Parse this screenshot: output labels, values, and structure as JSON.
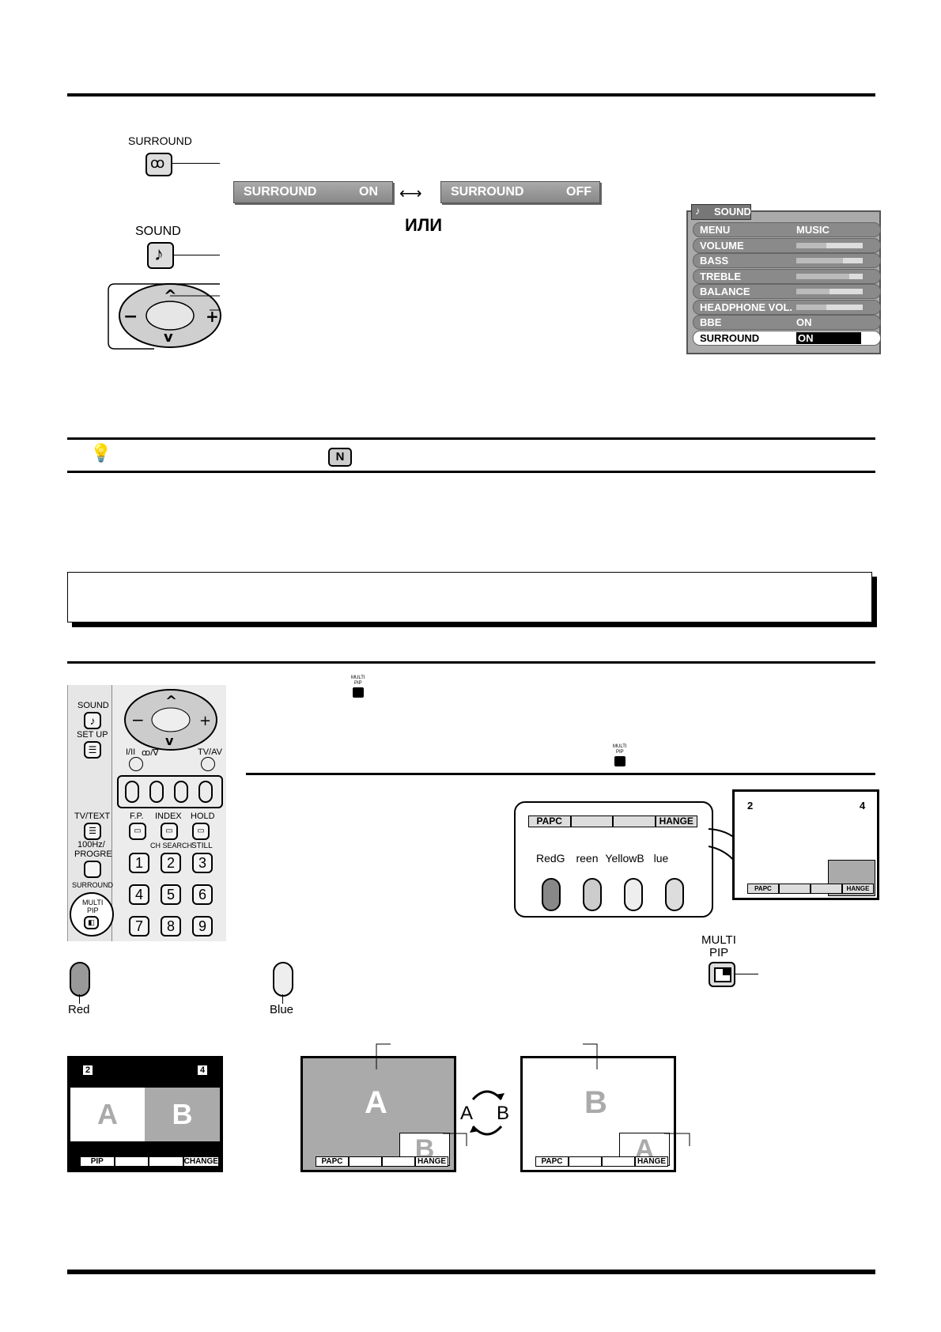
{
  "surround_section": {
    "surround_button_label": "SURROUND",
    "osd_on": {
      "name": "SURROUND",
      "value": "ON"
    },
    "osd_off": {
      "name": "SURROUND",
      "value": "OFF"
    },
    "or_text": "ИЛИ",
    "sound_button_label": "SOUND"
  },
  "sound_menu": {
    "title": "SOUND",
    "rows": [
      {
        "label": "MENU",
        "value": "MUSIC",
        "level": null
      },
      {
        "label": "VOLUME",
        "value": "",
        "level": 0.45
      },
      {
        "label": "BASS",
        "value": "",
        "level": 0.7
      },
      {
        "label": "TREBLE",
        "value": "",
        "level": 0.8
      },
      {
        "label": "BALANCE",
        "value": "",
        "level": 0.5
      },
      {
        "label": "HEADPHONE VOL.",
        "value": "",
        "level": 0.45
      },
      {
        "label": "BBE",
        "value": "ON",
        "level": null
      },
      {
        "label": "SURROUND",
        "value": "ON",
        "level": null
      }
    ]
  },
  "note_bar": {
    "badge": "N"
  },
  "remote": {
    "labels": {
      "sound": "SOUND",
      "setup": "SET UP",
      "mono": "I/II",
      "surr_sym": "ꝏ/∇",
      "tvav": "TV/AV",
      "tvtext": "TV/TEXT",
      "fp": "F.P.",
      "index": "INDEX",
      "hold": "HOLD",
      "hz": "100Hz/",
      "progre": "PROGRE",
      "chsearch": "CH SEARCH",
      "still": "STILL",
      "surround": "SURROUND",
      "multi": "MULTI",
      "pip": "PIP"
    },
    "digits": [
      "1",
      "2",
      "3",
      "4",
      "5",
      "6",
      "7",
      "8",
      "9"
    ]
  },
  "multi_pip_icon": {
    "line1": "MULTI",
    "line2": "PIP"
  },
  "pip_callout": {
    "bar": [
      "PAPC",
      "",
      "",
      "HANGE"
    ],
    "colors": [
      "Red",
      "Green",
      "Yellow",
      "Blue"
    ],
    "color_label_text": [
      "RedG",
      "reen",
      "YellowB",
      "lue"
    ],
    "screen": {
      "ch_left": "2",
      "ch_right": "4",
      "bar": [
        "PAPC",
        "",
        "",
        "HANGE"
      ]
    }
  },
  "big_multipip": {
    "line1": "MULTI",
    "line2": "PIP"
  },
  "color_examples": {
    "red": "Red",
    "blue": "Blue"
  },
  "screens": {
    "split": {
      "ch_left": "2",
      "ch_right": "4",
      "a": "A",
      "b": "B",
      "bar": [
        "PIP",
        "",
        "",
        "CHANGE"
      ]
    },
    "pip1": {
      "main": "A",
      "sub": "B",
      "bar": [
        "PAPC",
        "",
        "",
        "HANGE"
      ]
    },
    "swap": {
      "a": "A",
      "b": "B"
    },
    "pip2": {
      "main": "B",
      "sub": "A",
      "bar": [
        "PAPC",
        "",
        "",
        "HANGE"
      ]
    }
  }
}
